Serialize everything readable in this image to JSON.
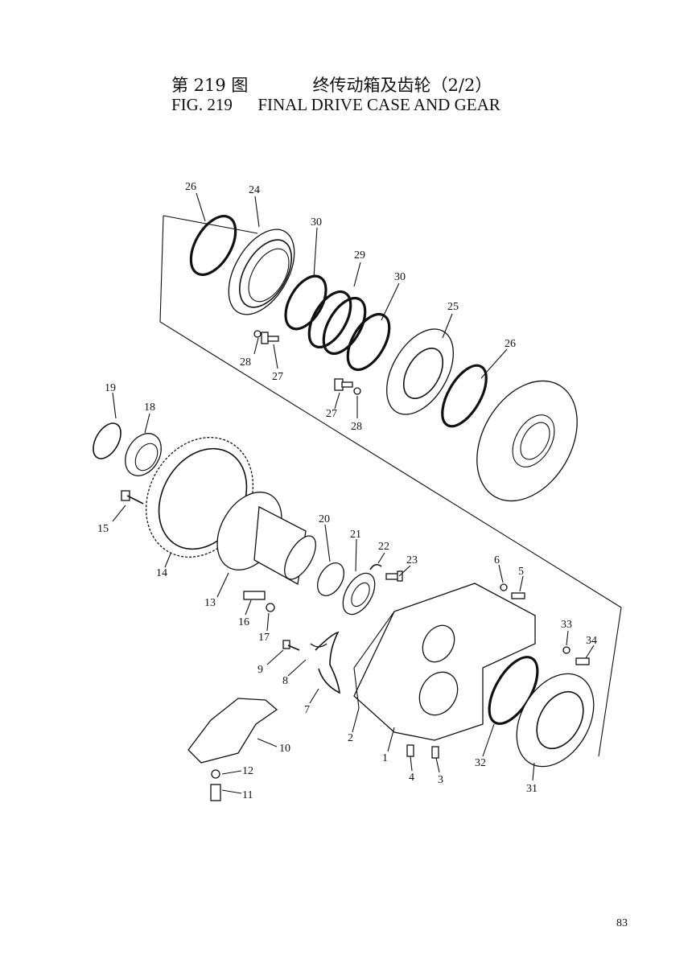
{
  "header": {
    "cn_fig": "第 219 图",
    "cn_title": "终传动箱及齿轮（2/2）",
    "en_fig": "FIG. 219",
    "en_title": "FINAL DRIVE CASE AND GEAR"
  },
  "callouts": [
    "26",
    "24",
    "30",
    "29",
    "30",
    "25",
    "26",
    "28",
    "27",
    "27",
    "28",
    "19",
    "18",
    "15",
    "14",
    "20",
    "21",
    "22",
    "23",
    "6",
    "5",
    "13",
    "16",
    "17",
    "33",
    "34",
    "9",
    "8",
    "7",
    "10",
    "2",
    "1",
    "4",
    "3",
    "32",
    "31",
    "12",
    "11"
  ],
  "page_number": "83"
}
